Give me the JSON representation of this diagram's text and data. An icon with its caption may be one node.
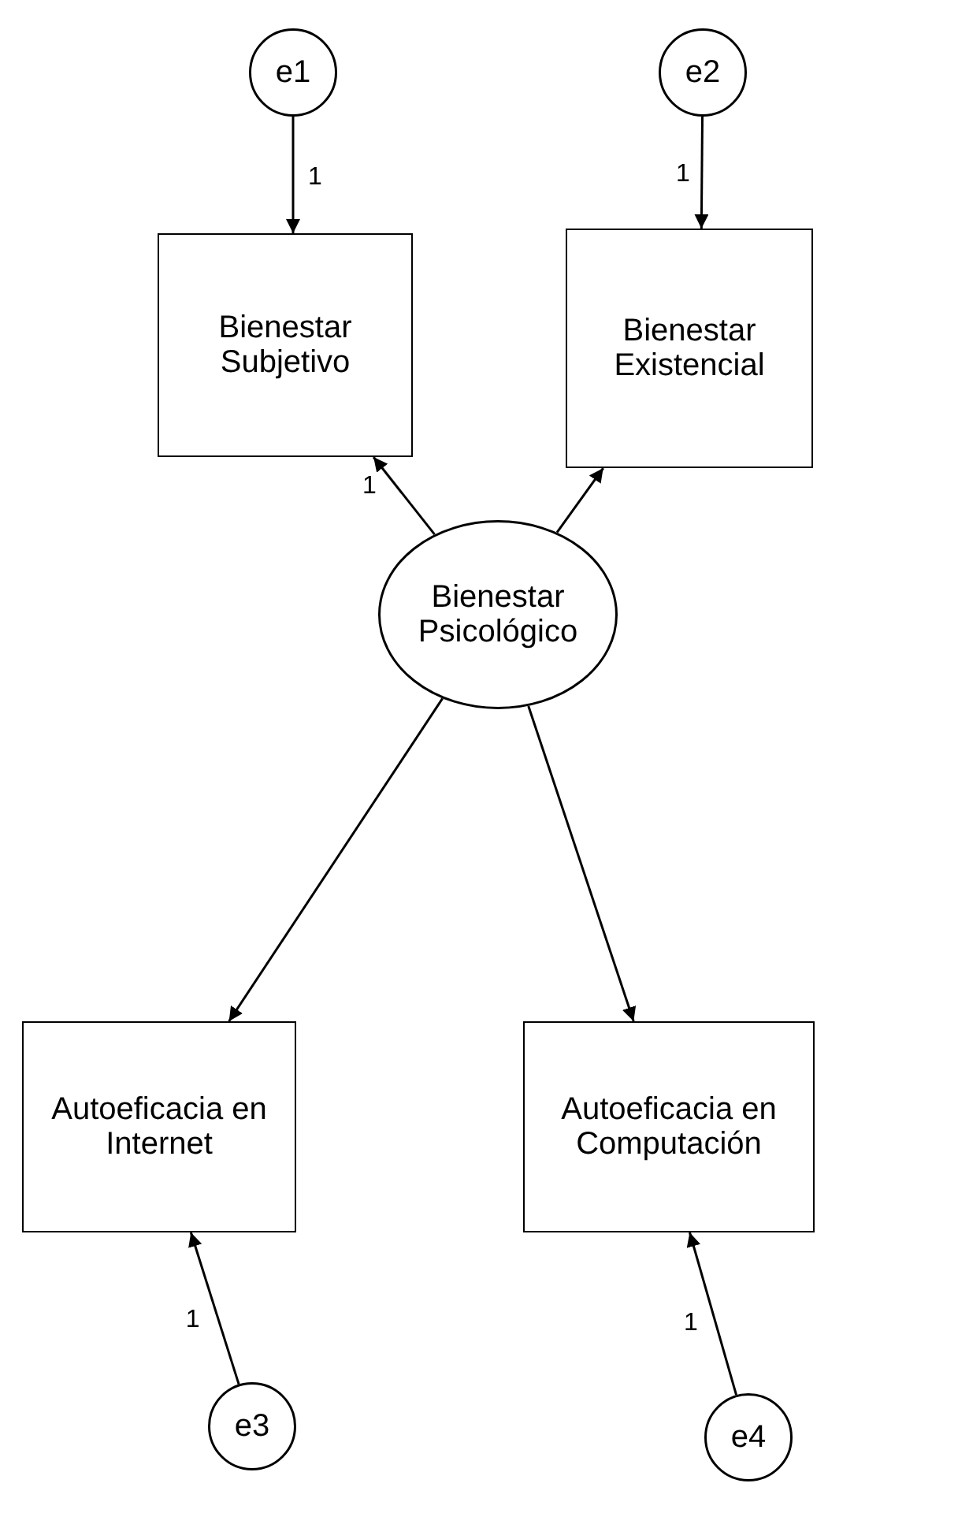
{
  "diagram": {
    "nodes": [
      {
        "text": [
          "e1"
        ]
      },
      {
        "text": [
          "e2"
        ]
      },
      {
        "text": [
          "Bienestar Subjetivo"
        ]
      },
      {
        "text": [
          "Bienestar Existencial"
        ]
      },
      {
        "text": [
          "Bienestar Psicológico"
        ]
      },
      {
        "text": [
          "Autoeficacia en Internet"
        ]
      },
      {
        "text": [
          "Autoeficacia en Computación"
        ]
      },
      {
        "text": [
          "e3"
        ]
      },
      {
        "text": [
          "e4"
        ]
      }
    ],
    "edges": [
      {
        "from": 0,
        "to": 2,
        "arrow": "to",
        "label": "1"
      },
      {
        "from": 1,
        "to": 3,
        "arrow": "to",
        "label": "1"
      },
      {
        "from": 4,
        "to": 2,
        "arrow": "to",
        "label": "1"
      },
      {
        "from": 4,
        "to": 3,
        "arrow": "to"
      },
      {
        "from": 4,
        "to": 5,
        "arrow": "to"
      },
      {
        "from": 4,
        "to": 6,
        "arrow": "to"
      },
      {
        "from": 7,
        "to": 5,
        "arrow": "to",
        "label": "1"
      },
      {
        "from": 8,
        "to": 6,
        "arrow": "to",
        "label": "1"
      }
    ]
  }
}
